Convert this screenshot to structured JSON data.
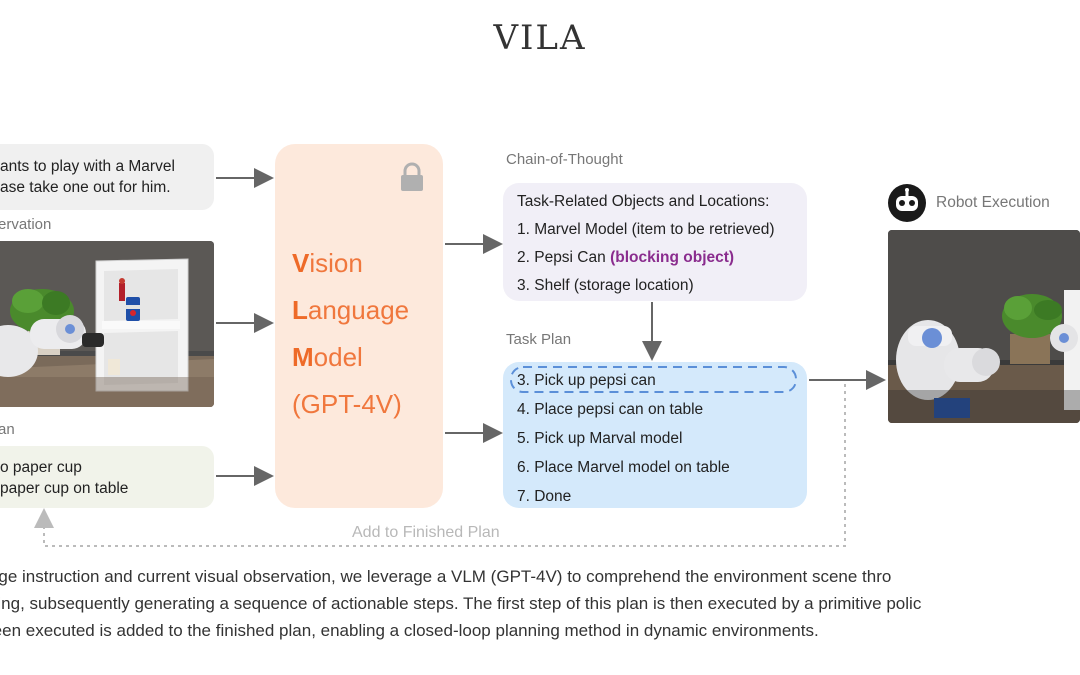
{
  "title": "VILA",
  "instruction": {
    "line1": "ants to play with a Marvel",
    "line2": "ase take one out for him."
  },
  "labels": {
    "observation": "ervation",
    "plan": "an",
    "chain_of_thought": "Chain-of-Thought",
    "task_plan": "Task Plan",
    "robot_execution": "Robot Execution",
    "add_to_finished": "Add to Finished Plan"
  },
  "finished_plan": {
    "line1": "o paper cup",
    "line2": "paper cup on table"
  },
  "vlm": {
    "line1_bold": "V",
    "line1_rest": "ision",
    "line2_bold": "L",
    "line2_rest": "anguage",
    "line3_bold": "M",
    "line3_rest": "odel",
    "line4": "(GPT-4V)"
  },
  "cot": {
    "heading": "Task-Related Objects and Locations:",
    "item1": "1. Marvel Model (item to be retrieved)",
    "item2_prefix": "2. Pepsi Can ",
    "item2_highlight": "(blocking object)",
    "item3": "3. Shelf (storage location)"
  },
  "task_plan": {
    "steps": [
      "3. Pick up pepsi can",
      "4. Place pepsi can on table",
      "5. Pick up Marval model",
      "6. Place Marvel model on table",
      "7. Done"
    ]
  },
  "caption": {
    "line1": "guage instruction and current visual observation, we leverage a VLM (GPT-4V) to comprehend the environment scene thro",
    "line2": "soning, subsequently generating a sequence of actionable steps. The first step of this plan is then executed by a primitive polic",
    "line3": "s been executed is added to the finished plan, enabling a closed-loop planning method in dynamic environments."
  },
  "icons": {
    "lock": "lock-icon",
    "robot": "robot-face-icon"
  },
  "colors": {
    "vlm_bg": "#fde9dc",
    "vlm_text": "#f0773d",
    "cot_bg": "#f1eff7",
    "task_bg": "#d4e9fb",
    "highlight": "#8a2c8e"
  }
}
